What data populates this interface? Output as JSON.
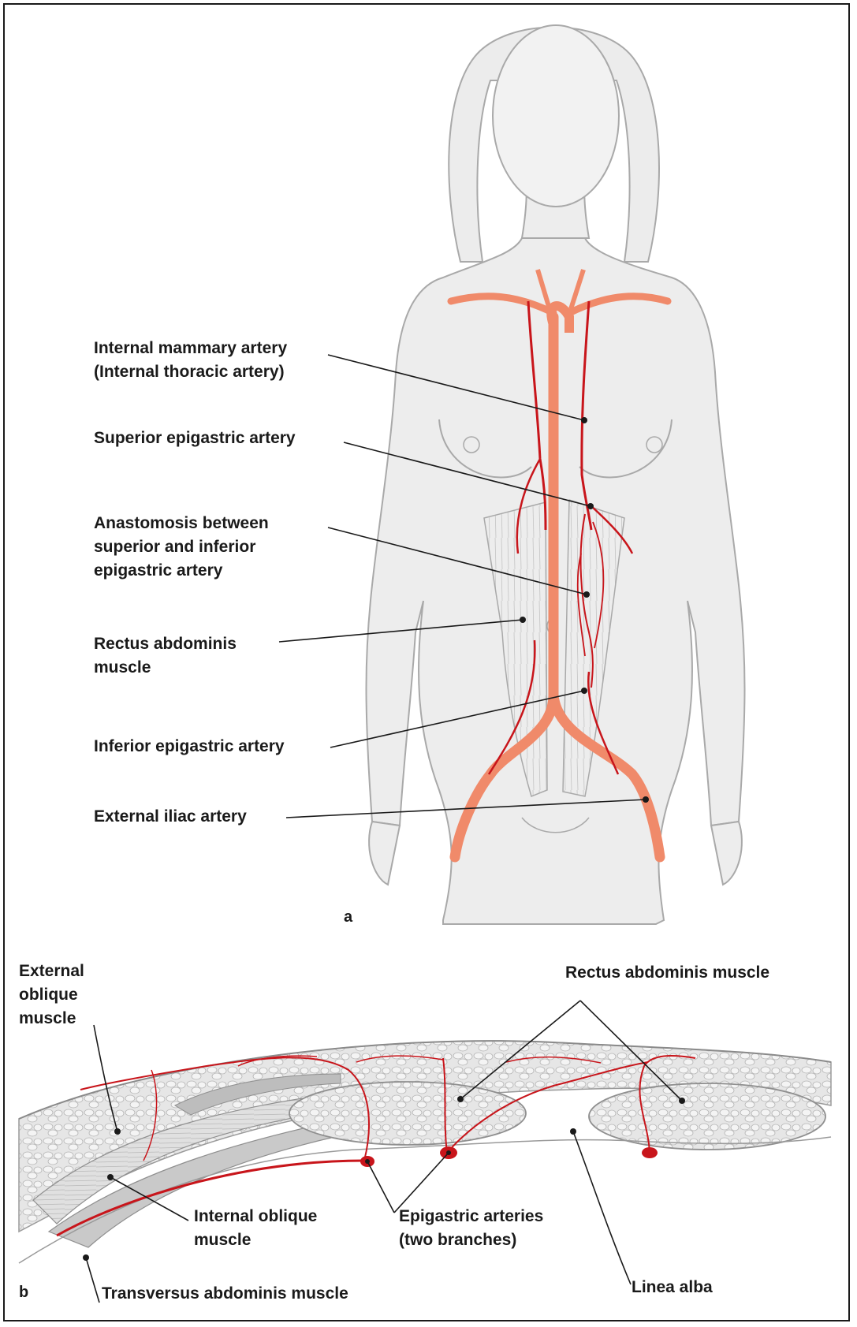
{
  "panel_a": {
    "letter": "a",
    "labels": {
      "internal_mammary": [
        "Internal mammary artery",
        "(Internal thoracic artery)"
      ],
      "superior_epigastric": [
        "Superior epigastric artery"
      ],
      "anastomosis": [
        "Anastomosis between",
        "superior and inferior",
        "epigastric artery"
      ],
      "rectus": [
        "Rectus abdominis",
        "muscle"
      ],
      "inferior_epigastric": [
        "Inferior epigastric artery"
      ],
      "external_iliac": [
        "External iliac artery"
      ]
    }
  },
  "panel_b": {
    "letter": "b",
    "labels": {
      "external_oblique": [
        "External",
        "oblique",
        "muscle"
      ],
      "rectus_muscle": [
        "Rectus abdominis muscle"
      ],
      "internal_oblique": [
        "Internal oblique",
        "muscle"
      ],
      "epigastric_arteries": [
        "Epigastric arteries",
        "(two branches)"
      ],
      "linea_alba": [
        "Linea alba"
      ],
      "transversus": [
        "Transversus abdominis muscle"
      ]
    }
  },
  "colors": {
    "artery_main": "#f08a6a",
    "artery_branch": "#c8151b",
    "body_fill": "#ececec",
    "body_outline": "#a9a9a9",
    "leader": "#1a1a1a"
  }
}
